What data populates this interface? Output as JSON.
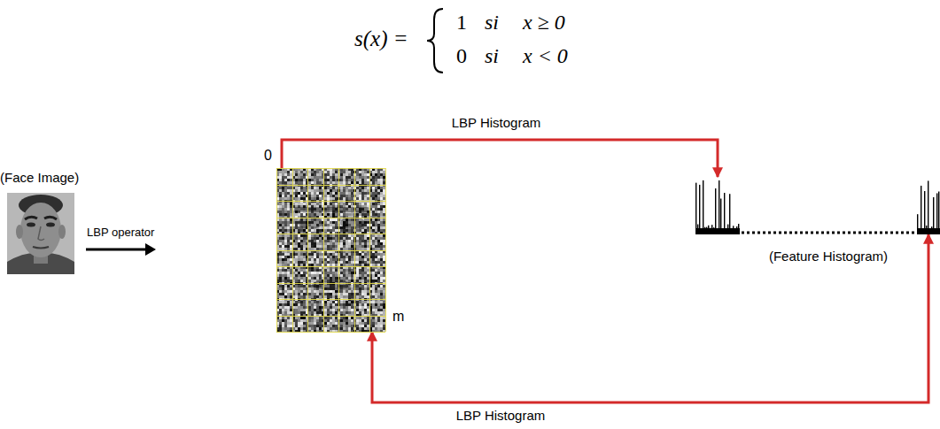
{
  "diagram": {
    "nodes": [
      {
        "text": [
          "(Face Image)"
        ]
      },
      {
        "text": [
          "0",
          "m"
        ]
      },
      {
        "text": [
          "(Feature Histogram)"
        ]
      },
      {
        "text": [],
        "in": 2
      },
      {
        "text": [],
        "in": 2
      }
    ],
    "edges": [
      {
        "from": 1,
        "to": 3,
        "arrow": "to",
        "label": "LBP Histogram"
      },
      {
        "from": 1,
        "to": 4,
        "arrow": "both",
        "label": "LBP Histogram"
      }
    ],
    "labels": [
      "s(x) =",
      "1",
      "si",
      "x ≥ 0",
      "0",
      "si",
      "x < 0",
      "LBP operator"
    ]
  }
}
